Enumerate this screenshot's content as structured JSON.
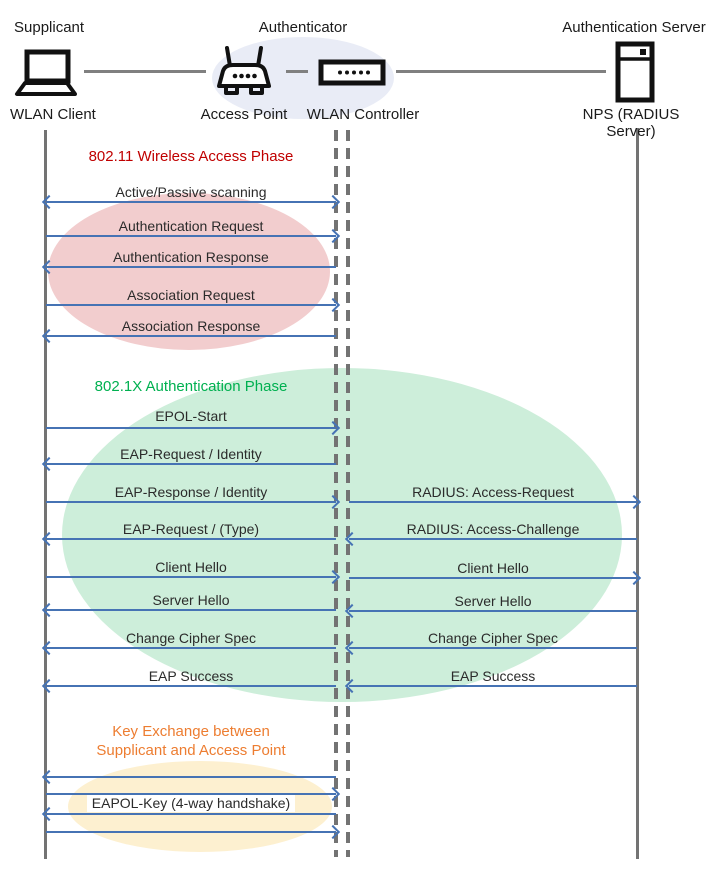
{
  "actors": {
    "supplicant": {
      "role": "Supplicant",
      "device": "WLAN Client"
    },
    "authenticator": {
      "role": "Authenticator",
      "device_ap": "Access Point",
      "device_wlc": "WLAN Controller"
    },
    "server": {
      "role": "Authentication Server",
      "device": "NPS (RADIUS Server)"
    }
  },
  "phases": [
    {
      "title": "802.11 Wireless Access Phase",
      "color": "#C00000",
      "ellipse_color": "#F2CDCE"
    },
    {
      "title": "802.1X Authentication Phase",
      "color": "#00B050",
      "ellipse_color": "#CDEEDA"
    },
    {
      "title_line1": "Key Exchange between",
      "title_line2": "Supplicant and Access Point",
      "color": "#ED7D31",
      "ellipse_color": "#FDF0D0"
    }
  ],
  "colors": {
    "arrow": "#4673B4",
    "lifeline": "#737373",
    "authenticator_highlight": "#E9ECF6"
  },
  "messages": {
    "supplicant_authenticator": [
      {
        "label": "Active/Passive scanning",
        "direction": "both"
      },
      {
        "label": "Authentication Request",
        "direction": "right"
      },
      {
        "label": "Authentication Response",
        "direction": "left"
      },
      {
        "label": "Association Request",
        "direction": "right"
      },
      {
        "label": "Association Response",
        "direction": "left"
      },
      {
        "label": "EPOL-Start",
        "direction": "right"
      },
      {
        "label": "EAP-Request / Identity",
        "direction": "left"
      },
      {
        "label": "EAP-Response / Identity",
        "direction": "right"
      },
      {
        "label": "EAP-Request / (Type)",
        "direction": "left"
      },
      {
        "label": "Client Hello",
        "direction": "right"
      },
      {
        "label": "Server Hello",
        "direction": "left"
      },
      {
        "label": "Change Cipher Spec",
        "direction": "left"
      },
      {
        "label": "EAP Success",
        "direction": "left"
      }
    ],
    "authenticator_server": [
      {
        "label": "RADIUS: Access-Request",
        "direction": "right"
      },
      {
        "label": "RADIUS: Access-Challenge",
        "direction": "left"
      },
      {
        "label": "Client Hello",
        "direction": "right"
      },
      {
        "label": "Server Hello",
        "direction": "left"
      },
      {
        "label": "Change Cipher Spec",
        "direction": "left"
      },
      {
        "label": "EAP Success",
        "direction": "left"
      }
    ],
    "key_exchange": {
      "label": "EAPOL-Key (4-way handshake)",
      "arrows": [
        "left",
        "right",
        "left",
        "right"
      ]
    }
  }
}
